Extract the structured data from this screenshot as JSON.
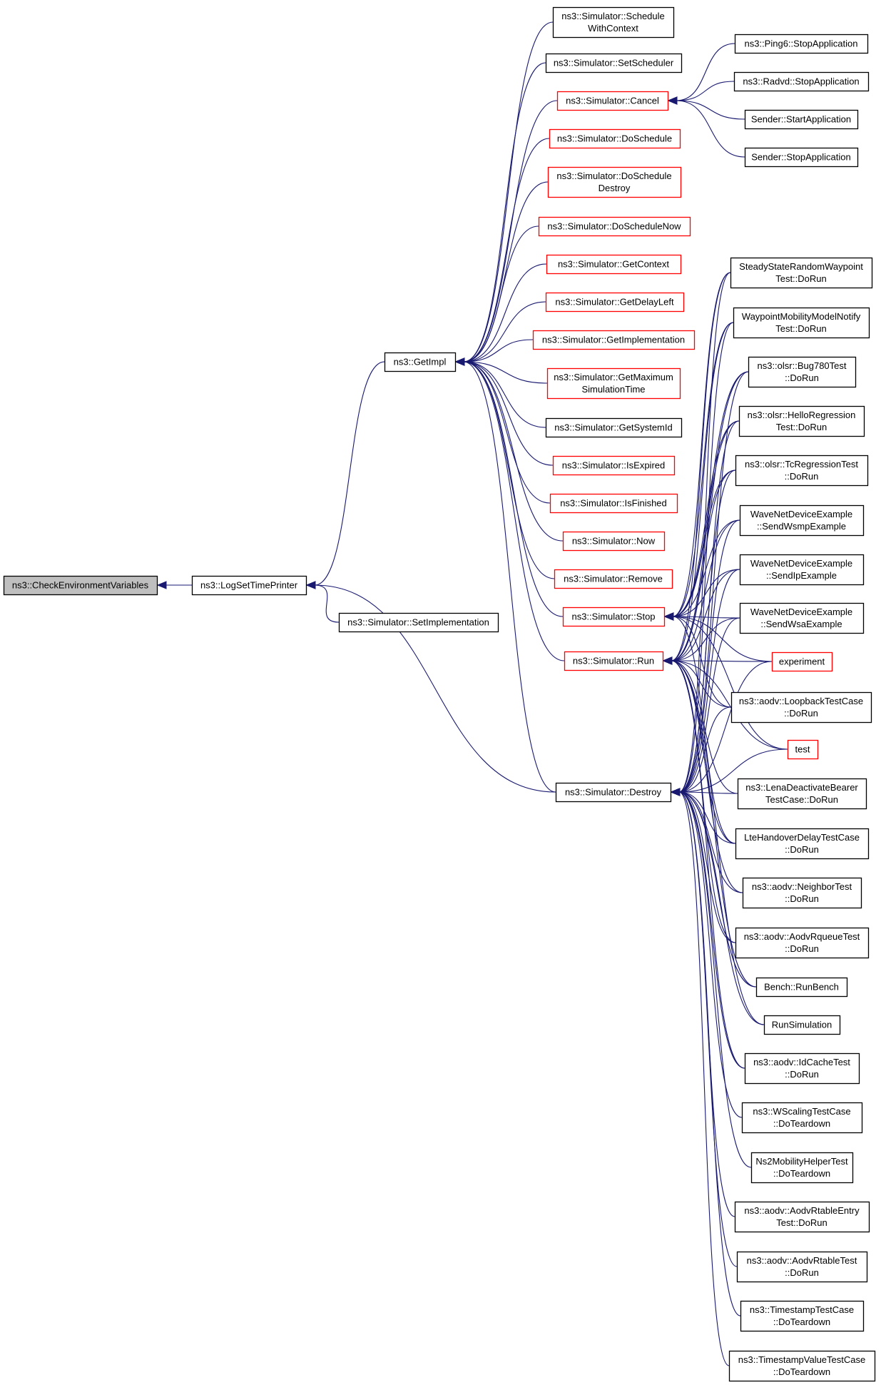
{
  "graph": {
    "root": "ns3::CheckEnvironmentVariables",
    "colors": {
      "edge": "#191970",
      "root_fill": "#bfbfbf",
      "node_fill": "#ffffff",
      "node_border": "#000000",
      "truncated_border": "#ff0000"
    },
    "nodes": {
      "cev": {
        "lines": [
          "ns3::CheckEnvironmentVariables"
        ],
        "style": "root"
      },
      "ltp": {
        "lines": [
          "ns3::LogSetTimePrinter"
        ],
        "style": "normal"
      },
      "ssi": {
        "lines": [
          "ns3::Simulator::SetImplementation"
        ],
        "style": "normal"
      },
      "gi": {
        "lines": [
          "ns3::GetImpl"
        ],
        "style": "normal"
      },
      "swc": {
        "lines": [
          "ns3::Simulator::Schedule",
          "WithContext"
        ],
        "style": "normal"
      },
      "ssch": {
        "lines": [
          "ns3::Simulator::SetScheduler"
        ],
        "style": "normal"
      },
      "cnl": {
        "lines": [
          "ns3::Simulator::Cancel"
        ],
        "style": "truncated"
      },
      "dsc": {
        "lines": [
          "ns3::Simulator::DoSchedule"
        ],
        "style": "truncated"
      },
      "dsd": {
        "lines": [
          "ns3::Simulator::DoSchedule",
          "Destroy"
        ],
        "style": "truncated"
      },
      "dsn": {
        "lines": [
          "ns3::Simulator::DoScheduleNow"
        ],
        "style": "truncated"
      },
      "gctx": {
        "lines": [
          "ns3::Simulator::GetContext"
        ],
        "style": "truncated"
      },
      "gdl": {
        "lines": [
          "ns3::Simulator::GetDelayLeft"
        ],
        "style": "truncated"
      },
      "gimp": {
        "lines": [
          "ns3::Simulator::GetImplementation"
        ],
        "style": "truncated"
      },
      "gmst": {
        "lines": [
          "ns3::Simulator::GetMaximum",
          "SimulationTime"
        ],
        "style": "truncated"
      },
      "gsid": {
        "lines": [
          "ns3::Simulator::GetSystemId"
        ],
        "style": "normal"
      },
      "iexp": {
        "lines": [
          "ns3::Simulator::IsExpired"
        ],
        "style": "truncated"
      },
      "ifin": {
        "lines": [
          "ns3::Simulator::IsFinished"
        ],
        "style": "truncated"
      },
      "now": {
        "lines": [
          "ns3::Simulator::Now"
        ],
        "style": "truncated"
      },
      "rem": {
        "lines": [
          "ns3::Simulator::Remove"
        ],
        "style": "truncated"
      },
      "stop": {
        "lines": [
          "ns3::Simulator::Stop"
        ],
        "style": "truncated"
      },
      "run": {
        "lines": [
          "ns3::Simulator::Run"
        ],
        "style": "truncated"
      },
      "dst": {
        "lines": [
          "ns3::Simulator::Destroy"
        ],
        "style": "normal"
      },
      "p6": {
        "lines": [
          "ns3::Ping6::StopApplication"
        ],
        "style": "normal"
      },
      "radv": {
        "lines": [
          "ns3::Radvd::StopApplication"
        ],
        "style": "normal"
      },
      "sst": {
        "lines": [
          "Sender::StartApplication"
        ],
        "style": "normal"
      },
      "ssp": {
        "lines": [
          "Sender::StopApplication"
        ],
        "style": "normal"
      },
      "ssrw": {
        "lines": [
          "SteadyStateRandomWaypoint",
          "Test::DoRun"
        ],
        "style": "normal"
      },
      "wmmn": {
        "lines": [
          "WaypointMobilityModelNotify",
          "Test::DoRun"
        ],
        "style": "normal"
      },
      "b780": {
        "lines": [
          "ns3::olsr::Bug780Test",
          "::DoRun"
        ],
        "style": "normal"
      },
      "hello": {
        "lines": [
          "ns3::olsr::HelloRegression",
          "Test::DoRun"
        ],
        "style": "normal"
      },
      "tcr": {
        "lines": [
          "ns3::olsr::TcRegressionTest",
          "::DoRun"
        ],
        "style": "normal"
      },
      "wsmp": {
        "lines": [
          "WaveNetDeviceExample",
          "::SendWsmpExample"
        ],
        "style": "normal"
      },
      "wip": {
        "lines": [
          "WaveNetDeviceExample",
          "::SendIpExample"
        ],
        "style": "normal"
      },
      "wwsa": {
        "lines": [
          "WaveNetDeviceExample",
          "::SendWsaExample"
        ],
        "style": "normal"
      },
      "exp": {
        "lines": [
          "experiment"
        ],
        "style": "truncated"
      },
      "loop": {
        "lines": [
          "ns3::aodv::LoopbackTestCase",
          "::DoRun"
        ],
        "style": "normal"
      },
      "test": {
        "lines": [
          "test"
        ],
        "style": "truncated"
      },
      "lena": {
        "lines": [
          "ns3::LenaDeactivateBearer",
          "TestCase::DoRun"
        ],
        "style": "normal"
      },
      "lteh": {
        "lines": [
          "LteHandoverDelayTestCase",
          "::DoRun"
        ],
        "style": "normal"
      },
      "nbr": {
        "lines": [
          "ns3::aodv::NeighborTest",
          "::DoRun"
        ],
        "style": "normal"
      },
      "rq": {
        "lines": [
          "ns3::aodv::AodvRqueueTest",
          "::DoRun"
        ],
        "style": "normal"
      },
      "bench": {
        "lines": [
          "Bench::RunBench"
        ],
        "style": "normal"
      },
      "rsim": {
        "lines": [
          "RunSimulation"
        ],
        "style": "normal"
      },
      "idc": {
        "lines": [
          "ns3::aodv::IdCacheTest",
          "::DoRun"
        ],
        "style": "normal"
      },
      "wsc": {
        "lines": [
          "ns3::WScalingTestCase",
          "::DoTeardown"
        ],
        "style": "normal"
      },
      "ns2": {
        "lines": [
          "Ns2MobilityHelperTest",
          "::DoTeardown"
        ],
        "style": "normal"
      },
      "rte": {
        "lines": [
          "ns3::aodv::AodvRtableEntry",
          "Test::DoRun"
        ],
        "style": "normal"
      },
      "rtt": {
        "lines": [
          "ns3::aodv::AodvRtableTest",
          "::DoRun"
        ],
        "style": "normal"
      },
      "tsc": {
        "lines": [
          "ns3::TimestampTestCase",
          "::DoTeardown"
        ],
        "style": "normal"
      },
      "tsv": {
        "lines": [
          "ns3::TimestampValueTestCase",
          "::DoTeardown"
        ],
        "style": "normal"
      }
    },
    "edges": [
      [
        "ltp",
        "cev"
      ],
      [
        "gi",
        "ltp"
      ],
      [
        "dst",
        "ltp"
      ],
      [
        "ssi",
        "ltp"
      ],
      [
        "swc",
        "gi"
      ],
      [
        "ssch",
        "gi"
      ],
      [
        "cnl",
        "gi"
      ],
      [
        "dsc",
        "gi"
      ],
      [
        "dsd",
        "gi"
      ],
      [
        "dsn",
        "gi"
      ],
      [
        "gctx",
        "gi"
      ],
      [
        "gdl",
        "gi"
      ],
      [
        "gimp",
        "gi"
      ],
      [
        "gmst",
        "gi"
      ],
      [
        "gsid",
        "gi"
      ],
      [
        "iexp",
        "gi"
      ],
      [
        "ifin",
        "gi"
      ],
      [
        "now",
        "gi"
      ],
      [
        "rem",
        "gi"
      ],
      [
        "stop",
        "gi"
      ],
      [
        "run",
        "gi"
      ],
      [
        "dst",
        "gi"
      ],
      [
        "p6",
        "cnl"
      ],
      [
        "radv",
        "cnl"
      ],
      [
        "sst",
        "cnl"
      ],
      [
        "ssp",
        "cnl"
      ],
      [
        "ssrw",
        "stop"
      ],
      [
        "wmmn",
        "stop"
      ],
      [
        "b780",
        "stop"
      ],
      [
        "hello",
        "stop"
      ],
      [
        "tcr",
        "stop"
      ],
      [
        "wsmp",
        "stop"
      ],
      [
        "wip",
        "stop"
      ],
      [
        "wwsa",
        "stop"
      ],
      [
        "exp",
        "stop"
      ],
      [
        "loop",
        "stop"
      ],
      [
        "test",
        "stop"
      ],
      [
        "lteh",
        "stop"
      ],
      [
        "ssrw",
        "run"
      ],
      [
        "wmmn",
        "run"
      ],
      [
        "b780",
        "run"
      ],
      [
        "hello",
        "run"
      ],
      [
        "tcr",
        "run"
      ],
      [
        "wsmp",
        "run"
      ],
      [
        "wip",
        "run"
      ],
      [
        "wwsa",
        "run"
      ],
      [
        "exp",
        "run"
      ],
      [
        "loop",
        "run"
      ],
      [
        "test",
        "run"
      ],
      [
        "lena",
        "run"
      ],
      [
        "lteh",
        "run"
      ],
      [
        "nbr",
        "run"
      ],
      [
        "rq",
        "run"
      ],
      [
        "bench",
        "run"
      ],
      [
        "rsim",
        "run"
      ],
      [
        "idc",
        "run"
      ],
      [
        "ssrw",
        "dst"
      ],
      [
        "wmmn",
        "dst"
      ],
      [
        "b780",
        "dst"
      ],
      [
        "hello",
        "dst"
      ],
      [
        "tcr",
        "dst"
      ],
      [
        "wsmp",
        "dst"
      ],
      [
        "wip",
        "dst"
      ],
      [
        "wwsa",
        "dst"
      ],
      [
        "exp",
        "dst"
      ],
      [
        "loop",
        "dst"
      ],
      [
        "test",
        "dst"
      ],
      [
        "lena",
        "dst"
      ],
      [
        "lteh",
        "dst"
      ],
      [
        "nbr",
        "dst"
      ],
      [
        "rq",
        "dst"
      ],
      [
        "bench",
        "dst"
      ],
      [
        "rsim",
        "dst"
      ],
      [
        "idc",
        "dst"
      ],
      [
        "wsc",
        "dst"
      ],
      [
        "ns2",
        "dst"
      ],
      [
        "rte",
        "dst"
      ],
      [
        "rtt",
        "dst"
      ],
      [
        "tsc",
        "dst"
      ],
      [
        "tsv",
        "dst"
      ]
    ]
  }
}
